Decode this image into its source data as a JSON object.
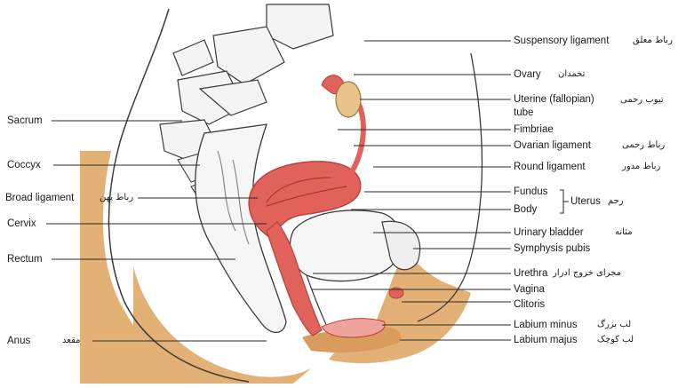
{
  "labels_right": {
    "suspensory_ligament": {
      "en": "Suspensory ligament",
      "fa": "رباط معلق"
    },
    "ovary": {
      "en": "Ovary",
      "fa": "تخمدان"
    },
    "uterine_tube": {
      "en": "Uterine (fallopian)",
      "en2": "tube",
      "fa": "تیوب رحمی"
    },
    "fimbriae": {
      "en": "Fimbriae"
    },
    "ovarian_ligament": {
      "en": "Ovarian ligament",
      "fa": "رباط رحمی"
    },
    "round_ligament": {
      "en": "Round ligament",
      "fa": "رباط مدور"
    },
    "fundus": {
      "en": "Fundus"
    },
    "body": {
      "en": "Body"
    },
    "uterus": {
      "en": "Uterus",
      "fa": "رحم"
    },
    "urinary_bladder": {
      "en": "Urinary bladder",
      "fa": "مثانه"
    },
    "symphysis_pubis": {
      "en": "Symphysis pubis"
    },
    "urethra": {
      "en": "Urethra",
      "fa": "مجرای خروج ادرار"
    },
    "vagina": {
      "en": "Vagina"
    },
    "clitoris": {
      "en": "Clitoris"
    },
    "labium_minus": {
      "en": "Labium minus",
      "fa": "لب بزرگ"
    },
    "labium_majus": {
      "en": "Labium majus",
      "fa": "لب کوچک"
    }
  },
  "labels_left": {
    "sacrum": {
      "en": "Sacrum"
    },
    "coccyx": {
      "en": "Coccyx"
    },
    "broad_ligament": {
      "en": "Broad ligament",
      "fa": "رباط پهن"
    },
    "cervix": {
      "en": "Cervix"
    },
    "rectum": {
      "en": "Rectum"
    },
    "anus": {
      "en": "Anus",
      "fa": "مقعد"
    }
  },
  "colors": {
    "skin": "#e3b176",
    "uterus": "#e0625a",
    "uterus_dark": "#c23f3a",
    "ovary": "#e9c48a",
    "bone": "#f2f2f2",
    "line": "#3a3a3a"
  }
}
